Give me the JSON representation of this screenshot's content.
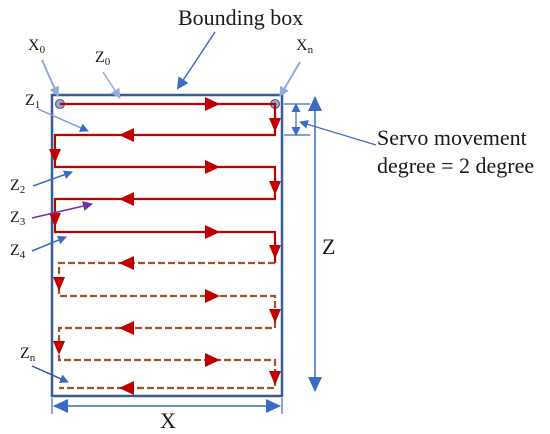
{
  "labels": {
    "title": "Bounding box",
    "x0_main": "X",
    "x0_sub": "0",
    "xn_main": "X",
    "xn_sub": "n",
    "z0_main": "Z",
    "z0_sub": "0",
    "z1_main": "Z",
    "z1_sub": "1",
    "z2_main": "Z",
    "z2_sub": "2",
    "z3_main": "Z",
    "z3_sub": "3",
    "z4_main": "Z",
    "z4_sub": "4",
    "zn_main": "Z",
    "zn_sub": "n",
    "servo_line1": "Servo movement",
    "servo_line2": "degree = 2 degree",
    "z_dimension": "Z",
    "x_dimension": "X"
  },
  "colors": {
    "box": "#3b5a9a",
    "scan_path": "#c00000",
    "dashed_path": "#a0522d",
    "pointer_light": "#7f9ad6",
    "pointer_dark": "#2f5597",
    "pointer_purple": "#7030a0",
    "node": "#8faadc"
  }
}
